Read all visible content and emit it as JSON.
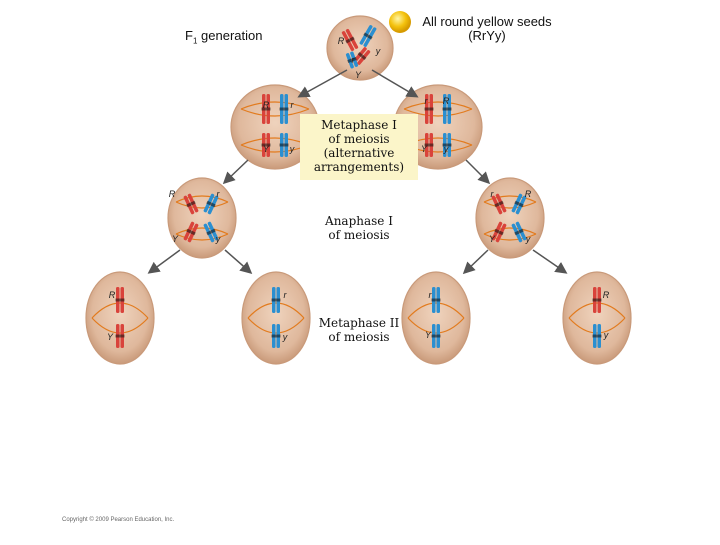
{
  "header": {
    "f1_label": "F",
    "f1_sub": "1",
    "f1_rest": " generation",
    "seeds_line1": "All round yellow seeds",
    "seeds_line2": "(RrYy)"
  },
  "stages": {
    "metaphase1": [
      "Metaphase I",
      "of meiosis",
      "(alternative",
      "arrangements)"
    ],
    "anaphase1": [
      "Anaphase I",
      "of meiosis"
    ],
    "metaphase2": [
      "Metaphase II",
      "of meiosis"
    ]
  },
  "alleles": {
    "R": "R",
    "r": "r",
    "Y": "Y",
    "y": "y"
  },
  "colors": {
    "cell_fill": "#dfb89c",
    "cell_edge": "#c99a7a",
    "red_chromosome": "#d9433b",
    "blue_chromosome": "#2b8fd0",
    "spindle": "#e27b1e",
    "highlight_box": "#fbf5c9",
    "seed": "#f4c20d",
    "arrow": "#555555"
  },
  "copyright": "Copyright © 2009 Pearson Education, Inc."
}
